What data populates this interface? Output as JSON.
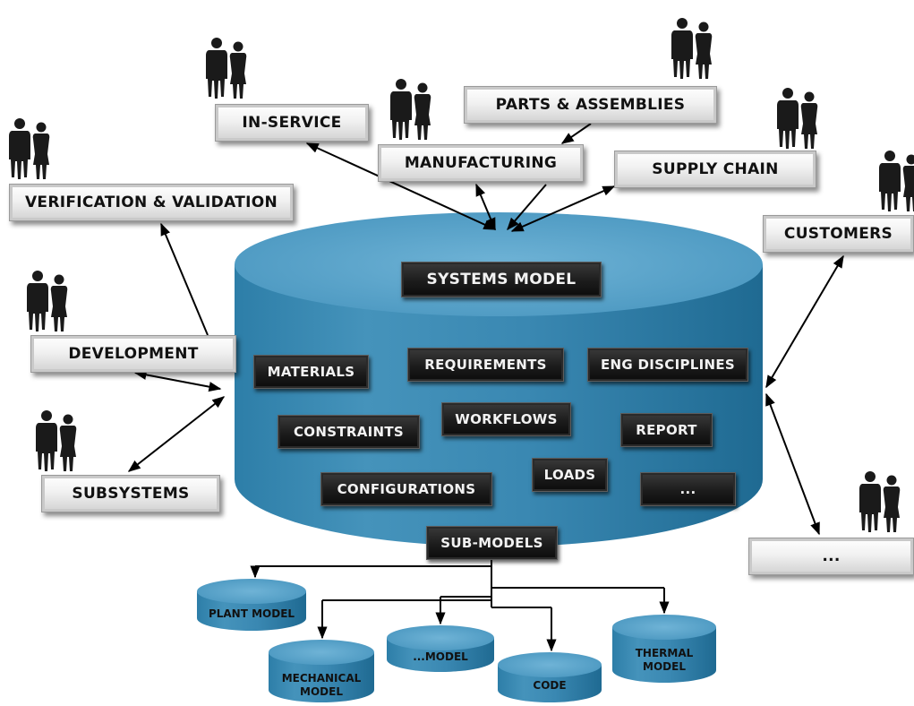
{
  "main_model": {
    "systems_model": "SYSTEMS MODEL",
    "items": {
      "materials": "MATERIALS",
      "requirements": "REQUIREMENTS",
      "eng_disciplines": "ENG DISCIPLINES",
      "constraints": "CONSTRAINTS",
      "workflows": "WORKFLOWS",
      "report": "REPORT",
      "loads": "LOADS",
      "configurations": "CONFIGURATIONS",
      "more": "..."
    },
    "sub_models": "SUB-MODELS"
  },
  "stakeholders": {
    "in_service": "IN-SERVICE",
    "parts_assemblies": "PARTS & ASSEMBLIES",
    "manufacturing": "MANUFACTURING",
    "supply_chain": "SUPPLY CHAIN",
    "verification_validation": "VERIFICATION & VALIDATION",
    "customers": "CUSTOMERS",
    "development": "DEVELOPMENT",
    "subsystems": "SUBSYSTEMS",
    "more": "..."
  },
  "submodels": {
    "plant_model": "PLANT MODEL",
    "mechanical_model_1": "MECHANICAL",
    "mechanical_model_2": "MODEL",
    "more_model": "...MODEL",
    "code": "CODE",
    "thermal_model_1": "THERMAL",
    "thermal_model_2": "MODEL"
  },
  "colors": {
    "cylinder": "#3f8cb4",
    "cylinder_top": "#5aa3c8",
    "dark_box": "#1c1c1c",
    "gray_box": "#e4e4e4",
    "arrow": "#000000"
  }
}
